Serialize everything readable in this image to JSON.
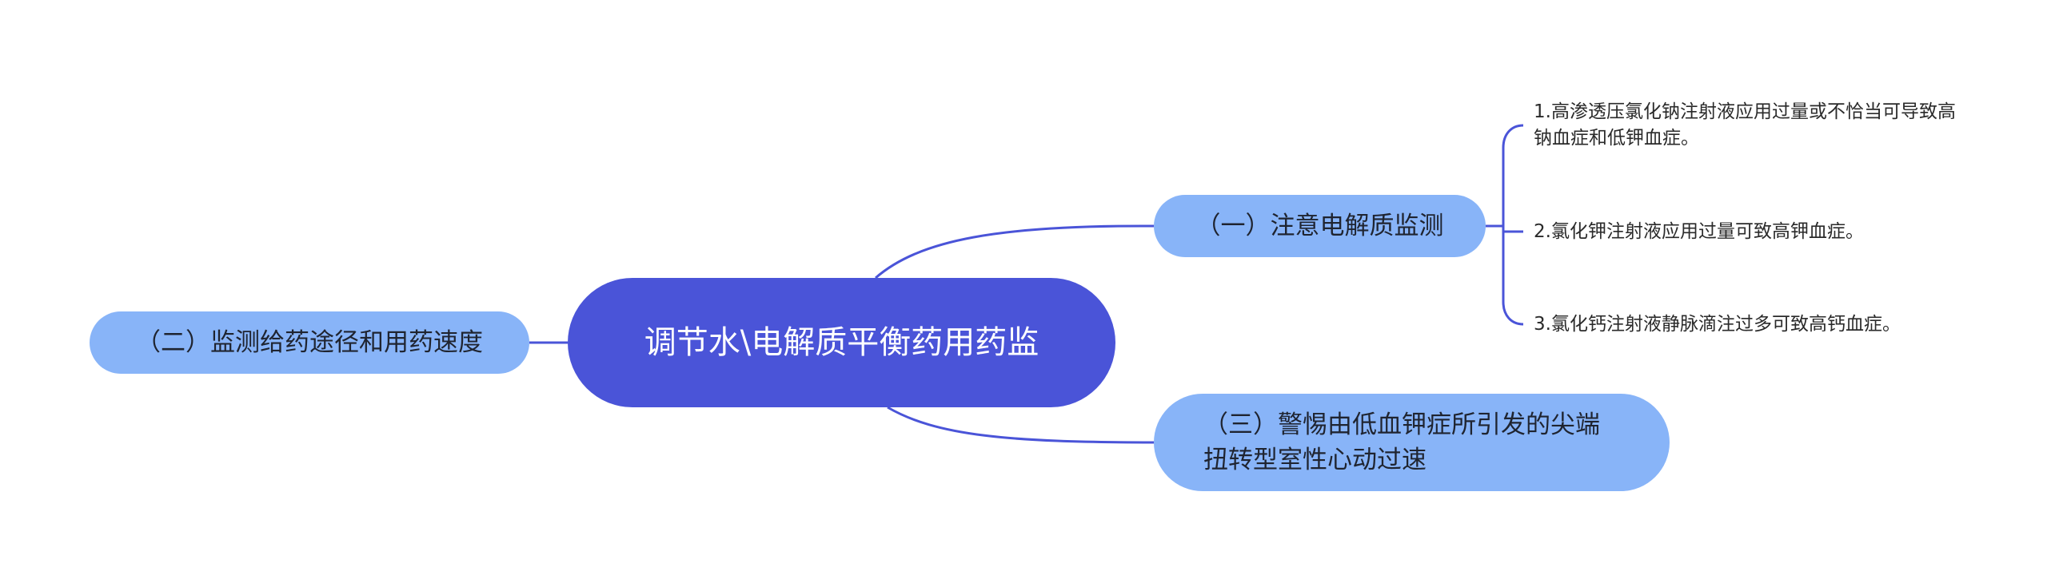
{
  "mindmap": {
    "root": {
      "label": "调节水\\电解质平衡药用药监"
    },
    "branches": [
      {
        "label": "（一）注意电解质监测",
        "children": [
          "1.高渗透压氯化钠注射液应用过量或不恰当可导致高钠血症和低钾血症。",
          "2.氯化钾注射液应用过量可致高钾血症。",
          "3.氯化钙注射液静脉滴注过多可致高钙血症。"
        ]
      },
      {
        "label": "（二）监测给药途径和用药速度",
        "children": []
      },
      {
        "label": "（三）警惕由低血钾症所引发的尖端扭转型室性心动过速",
        "children": []
      }
    ]
  },
  "colors": {
    "root_fill": "#4a54d8",
    "branch_fill": "#88b4f8",
    "connector": "#4a54d8",
    "background": "#ffffff"
  }
}
